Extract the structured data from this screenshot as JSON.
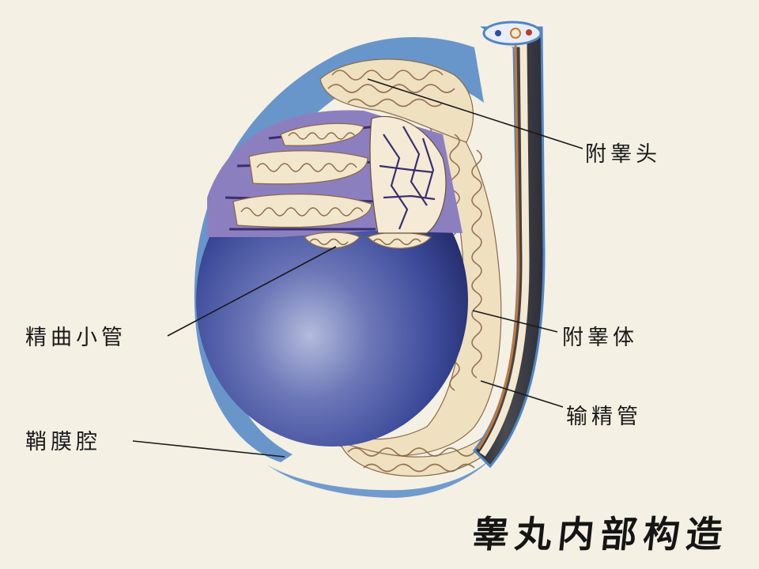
{
  "title": "睾丸内部构造",
  "labels": {
    "epididymis_head": "附睾头",
    "epididymis_body": "附睾体",
    "vas_deferens": "输精管",
    "seminiferous_tubules": "精曲小管",
    "tunica_vaginalis_cavity": "鞘膜腔"
  },
  "colors": {
    "background": "#f4f0e4",
    "testis_blue": "#3c4a9a",
    "membrane_blue": "#4f86c6",
    "lobule_purple": "#8c7fc0",
    "tubule_cream": "#f2e6cc",
    "duct_dark": "#3a3a40",
    "duct_orange": "#c8782e",
    "leader_line": "#1a1a1a"
  }
}
